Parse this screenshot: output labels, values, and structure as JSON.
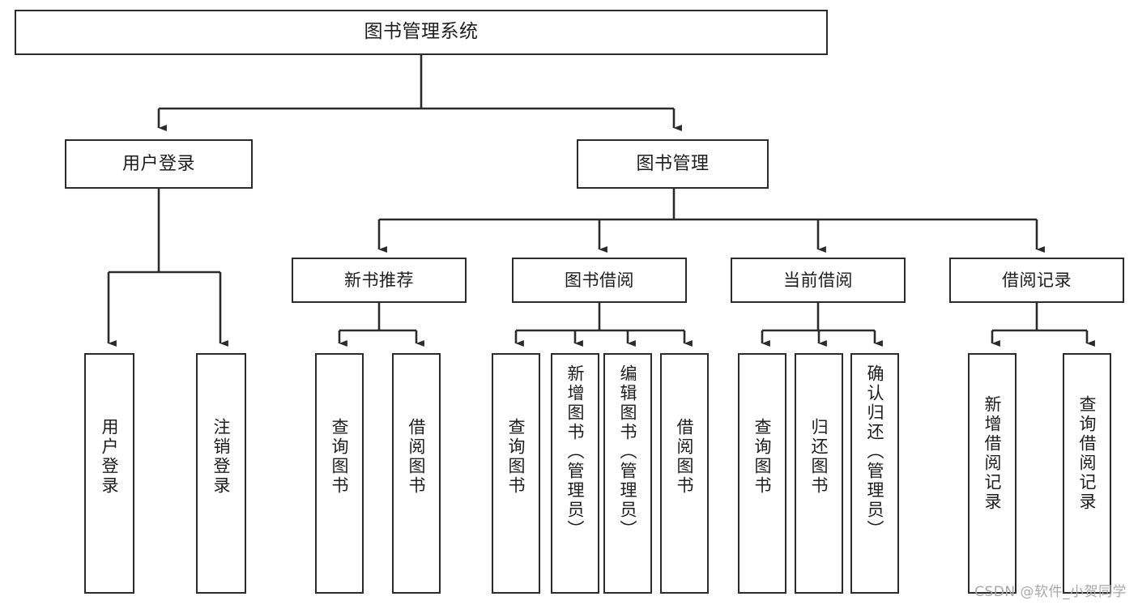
{
  "diagram": {
    "title": "图书管理系统",
    "watermark": "CSDN @软件_小贺同学",
    "line_color": "#2b2b2b",
    "box_fill": "#ffffff",
    "text_color": "#1d1d1d",
    "watermark_color": "#a8a8a8"
  },
  "nodes": {
    "root": {
      "label": "图书管理系统"
    },
    "level1": [
      {
        "label": "用户登录"
      },
      {
        "label": "图书管理"
      }
    ],
    "level2": [
      {
        "label": "新书推荐"
      },
      {
        "label": "图书借阅"
      },
      {
        "label": "当前借阅"
      },
      {
        "label": "借阅记录"
      }
    ],
    "leaves": {
      "user_login": [
        {
          "label": "用户登录"
        },
        {
          "label": "注销登录"
        }
      ],
      "new_book_recommend": [
        {
          "label": "查询图书"
        },
        {
          "label": "借阅图书"
        }
      ],
      "book_borrow": [
        {
          "label": "查询图书"
        },
        {
          "label": "新增图书（管理员）"
        },
        {
          "label": "编辑图书（管理员）"
        },
        {
          "label": "借阅图书"
        }
      ],
      "current_borrow": [
        {
          "label": "查询图书"
        },
        {
          "label": "归还图书"
        },
        {
          "label": "确认归还（管理员）"
        }
      ],
      "borrow_record": [
        {
          "label": "新增借阅记录"
        },
        {
          "label": "查询借阅记录"
        }
      ]
    }
  }
}
